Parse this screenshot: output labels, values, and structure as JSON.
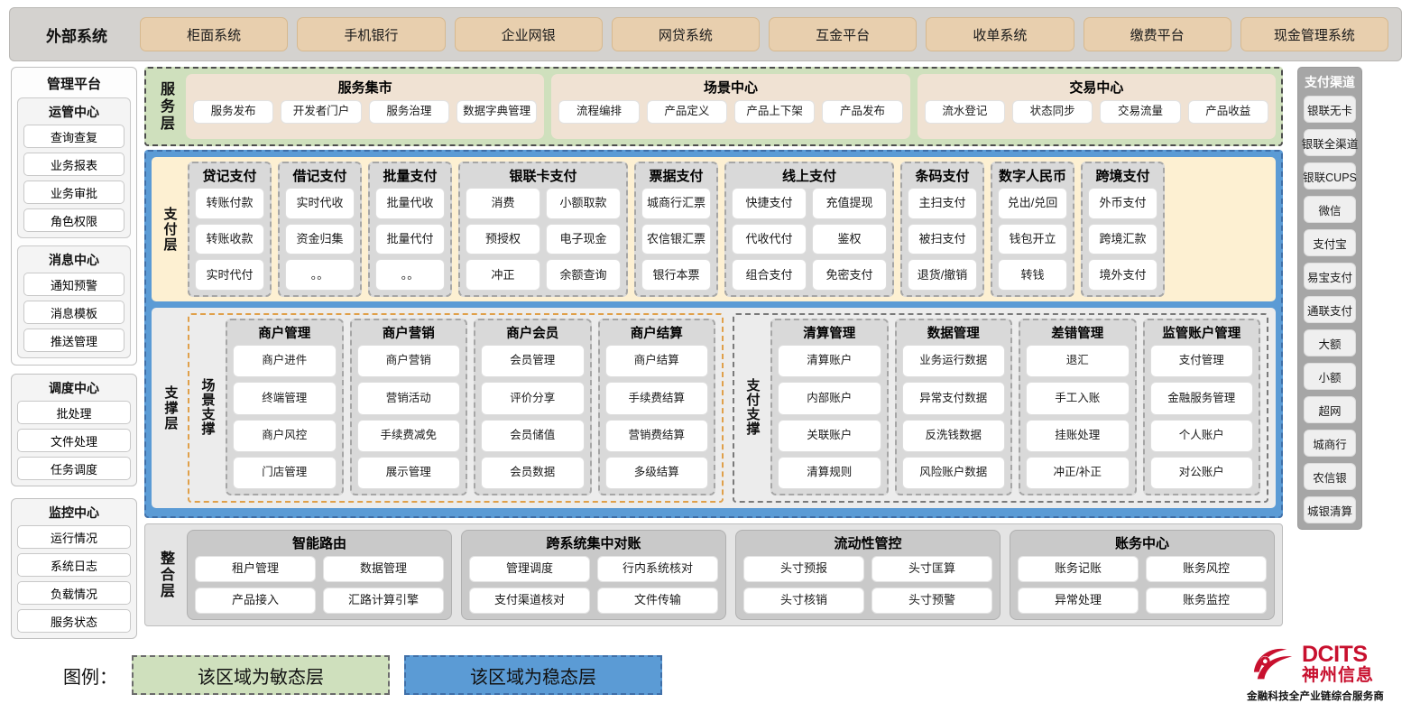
{
  "external": {
    "title": "外部系统",
    "items": [
      "柜面系统",
      "手机银行",
      "企业网银",
      "网贷系统",
      "互金平台",
      "收单系统",
      "缴费平台",
      "现金管理系统"
    ]
  },
  "management": {
    "title": "管理平台",
    "groups": [
      {
        "title": "运管中心",
        "items": [
          "查询查复",
          "业务报表",
          "业务审批",
          "角色权限"
        ]
      },
      {
        "title": "消息中心",
        "items": [
          "通知预警",
          "消息模板",
          "推送管理"
        ]
      }
    ],
    "scheduler": {
      "title": "调度中心",
      "items": [
        "批处理",
        "文件处理",
        "任务调度"
      ]
    },
    "monitor": {
      "title": "监控中心",
      "items": [
        "运行情况",
        "系统日志",
        "负载情况",
        "服务状态"
      ]
    }
  },
  "service_layer": {
    "label": "服务层",
    "groups": [
      {
        "title": "服务集市",
        "items": [
          "服务发布",
          "开发者门户",
          "服务治理",
          "数据字典管理"
        ]
      },
      {
        "title": "场景中心",
        "items": [
          "流程编排",
          "产品定义",
          "产品上下架",
          "产品发布"
        ]
      },
      {
        "title": "交易中心",
        "items": [
          "流水登记",
          "状态同步",
          "交易流量",
          "产品收益"
        ]
      }
    ]
  },
  "payment_layer": {
    "label": "支付层",
    "columns": [
      {
        "title": "贷记支付",
        "cols": 1,
        "rows": [
          [
            "转账付款"
          ],
          [
            "转账收款"
          ],
          [
            "实时代付"
          ]
        ]
      },
      {
        "title": "借记支付",
        "cols": 1,
        "rows": [
          [
            "实时代收"
          ],
          [
            "资金归集"
          ],
          [
            "。。"
          ]
        ]
      },
      {
        "title": "批量支付",
        "cols": 1,
        "rows": [
          [
            "批量代收"
          ],
          [
            "批量代付"
          ],
          [
            "。。"
          ]
        ]
      },
      {
        "title": "银联卡支付",
        "cols": 2,
        "rows": [
          [
            "消费",
            "小额取款"
          ],
          [
            "预授权",
            "电子现金"
          ],
          [
            "冲正",
            "余额查询"
          ]
        ]
      },
      {
        "title": "票据支付",
        "cols": 1,
        "rows": [
          [
            "城商行汇票"
          ],
          [
            "农信银汇票"
          ],
          [
            "银行本票"
          ]
        ]
      },
      {
        "title": "线上支付",
        "cols": 2,
        "rows": [
          [
            "快捷支付",
            "充值提现"
          ],
          [
            "代收代付",
            "鉴权"
          ],
          [
            "组合支付",
            "免密支付"
          ]
        ]
      },
      {
        "title": "条码支付",
        "cols": 1,
        "rows": [
          [
            "主扫支付"
          ],
          [
            "被扫支付"
          ],
          [
            "退货/撤销"
          ]
        ]
      },
      {
        "title": "数字人民币",
        "cols": 1,
        "rows": [
          [
            "兑出/兑回"
          ],
          [
            "钱包开立"
          ],
          [
            "转钱"
          ]
        ]
      },
      {
        "title": "跨境支付",
        "cols": 1,
        "rows": [
          [
            "外币支付"
          ],
          [
            "跨境汇款"
          ],
          [
            "境外支付"
          ]
        ]
      }
    ]
  },
  "support_layer": {
    "label": "支撑层",
    "scene": {
      "label": "场景支撑",
      "columns": [
        {
          "title": "商户管理",
          "items": [
            "商户进件",
            "终端管理",
            "商户风控",
            "门店管理"
          ]
        },
        {
          "title": "商户营销",
          "items": [
            "商户营销",
            "营销活动",
            "手续费减免",
            "展示管理"
          ]
        },
        {
          "title": "商户会员",
          "items": [
            "会员管理",
            "评价分享",
            "会员储值",
            "会员数据"
          ]
        },
        {
          "title": "商户结算",
          "items": [
            "商户结算",
            "手续费结算",
            "营销费结算",
            "多级结算"
          ]
        }
      ]
    },
    "pay_support": {
      "label": "支付支撑",
      "columns": [
        {
          "title": "清算管理",
          "items": [
            "清算账户",
            "内部账户",
            "关联账户",
            "清算规则"
          ]
        },
        {
          "title": "数据管理",
          "items": [
            "业务运行数据",
            "异常支付数据",
            "反洗钱数据",
            "风险账户数据"
          ]
        },
        {
          "title": "差错管理",
          "items": [
            "退汇",
            "手工入账",
            "挂账处理",
            "冲正/补正"
          ]
        },
        {
          "title": "监管账户管理",
          "items": [
            "支付管理",
            "金融服务管理",
            "个人账户",
            "对公账户"
          ]
        }
      ]
    }
  },
  "integration_layer": {
    "label": "整合层",
    "groups": [
      {
        "title": "智能路由",
        "rows": [
          [
            "租户管理",
            "数据管理"
          ],
          [
            "产品接入",
            "汇路计算引擎"
          ]
        ]
      },
      {
        "title": "跨系统集中对账",
        "rows": [
          [
            "管理调度",
            "行内系统核对"
          ],
          [
            "支付渠道核对",
            "文件传输"
          ]
        ]
      },
      {
        "title": "流动性管控",
        "rows": [
          [
            "头寸预报",
            "头寸匡算"
          ],
          [
            "头寸核销",
            "头寸预警"
          ]
        ]
      },
      {
        "title": "账务中心",
        "rows": [
          [
            "账务记账",
            "账务风控"
          ],
          [
            "异常处理",
            "账务监控"
          ]
        ]
      }
    ]
  },
  "channels": {
    "title": "支付渠道",
    "items": [
      "银联无卡",
      "银联全渠道",
      "银联CUPS",
      "微信",
      "支付宝",
      "易宝支付",
      "通联支付",
      "大额",
      "小额",
      "超网",
      "城商行",
      "农信银",
      "城银清算"
    ]
  },
  "legend": {
    "label": "图例：",
    "agile": "该区域为敏态层",
    "stable": "该区域为稳态层",
    "colors": {
      "agile": "#cfe0bd",
      "stable": "#5b9bd5",
      "external_chip": "#e8cfae",
      "payment_band": "#fdf0d2",
      "brand_red": "#c8102e"
    }
  },
  "logo": {
    "en": "DCITS",
    "cn": "神州信息",
    "tagline": "金融科技全产业链综合服务商"
  }
}
